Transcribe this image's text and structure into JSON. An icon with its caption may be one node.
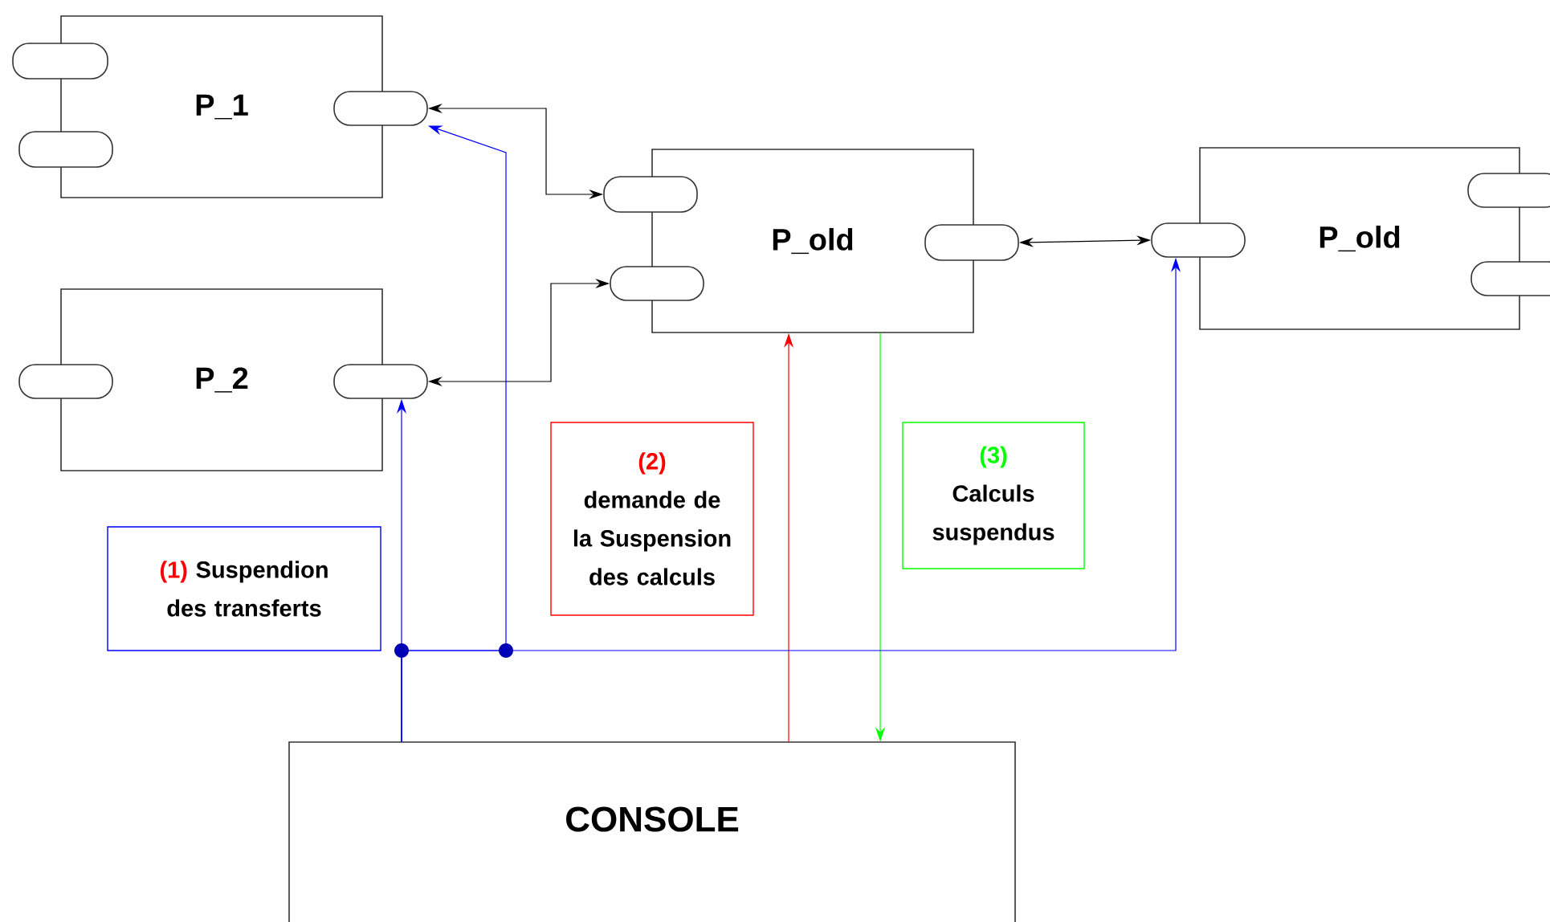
{
  "diagram": {
    "nodes": [
      {
        "text": [
          "P_1"
        ]
      },
      {
        "text": [],
        "shape": "box"
      },
      {
        "text": [],
        "shape": "box"
      },
      {
        "text": [],
        "shape": "box"
      },
      {
        "text": [
          "P_2"
        ]
      },
      {
        "text": [],
        "shape": "box"
      },
      {
        "text": [],
        "shape": "box"
      },
      {
        "text": [
          "P_old"
        ]
      },
      {
        "text": [],
        "shape": "box"
      },
      {
        "text": [],
        "shape": "box"
      },
      {
        "text": [],
        "shape": "box"
      },
      {
        "text": [
          "P_old"
        ]
      },
      {
        "text": [],
        "shape": "box"
      },
      {
        "text": [],
        "shape": "box"
      },
      {
        "text": [],
        "shape": "box"
      },
      {
        "text": [
          "CONSOLE"
        ]
      },
      {
        "text": [
          "(1)",
          "Suspendion des transferts"
        ]
      },
      {
        "text": [
          "(2)",
          "demande de la Suspension des calculs"
        ]
      },
      {
        "text": [
          "(3)",
          "Calculs suspendus"
        ]
      }
    ],
    "edges": [
      {
        "from": 8,
        "to": 3,
        "arrow": "both"
      },
      {
        "from": 9,
        "to": 6,
        "arrow": "both"
      },
      {
        "from": 10,
        "to": 12,
        "arrow": "both"
      },
      {
        "from": 15,
        "to": 7,
        "arrow": "to",
        "color": "#ff0000"
      },
      {
        "from": 7,
        "to": 15,
        "arrow": "to",
        "color": "#00ff00"
      },
      {
        "from": 15,
        "to": 6,
        "arrow": "to",
        "color": "#0000ff"
      },
      {
        "from": 15,
        "to": 3,
        "arrow": "to",
        "color": "#0000ff"
      },
      {
        "from": 15,
        "to": 12,
        "arrow": "to",
        "color": "#0000ff"
      }
    ]
  }
}
